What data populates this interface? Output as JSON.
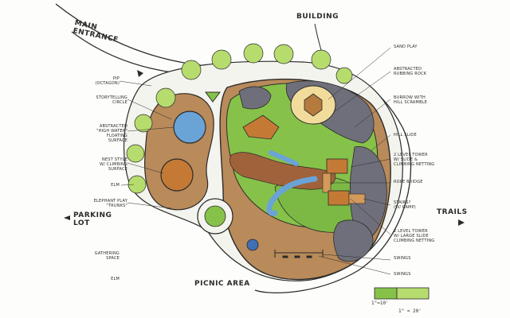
{
  "headings": {
    "main_entrance": "Main\nEntrance",
    "building": "Building",
    "parking_lot": "Parking\nLot",
    "trails": "Trails",
    "picnic_area": "Picnic Area"
  },
  "labels_left": [
    "Pip\n(octagon)",
    "Storytelling\nCircle",
    "Abstracted\n\"high water\"\nfloating\nsurface",
    "Nest style\nw/ climbing\nsurface",
    "Elm",
    "Elephant play\n\"trunks\"",
    "Gathering\nspace",
    "Elm"
  ],
  "labels_right": [
    "Sand play",
    "Abstracted\nrubbing rock",
    "Burrow with\nhill scramble",
    "Hill slide",
    "2 level tower\nw/ slide &\nclimbing netting",
    "Rope bridge",
    "Stairs?\n(w/ ramp)",
    "2 level tower\nw/ large slide\nclimbing netting",
    "Swings",
    "Swings"
  ],
  "scale": {
    "bar_label": "1\"=10'",
    "ratio": "1\" = 20'"
  },
  "colors": {
    "grass": "#86c24a",
    "grass_light": "#b6dc6e",
    "mulch": "#b98a5a",
    "rock": "#6e6f7a",
    "sand": "#f2dc9b",
    "blue": "#6aa3d6",
    "path": "#f5f5f0",
    "ink": "#2b2b2b"
  }
}
